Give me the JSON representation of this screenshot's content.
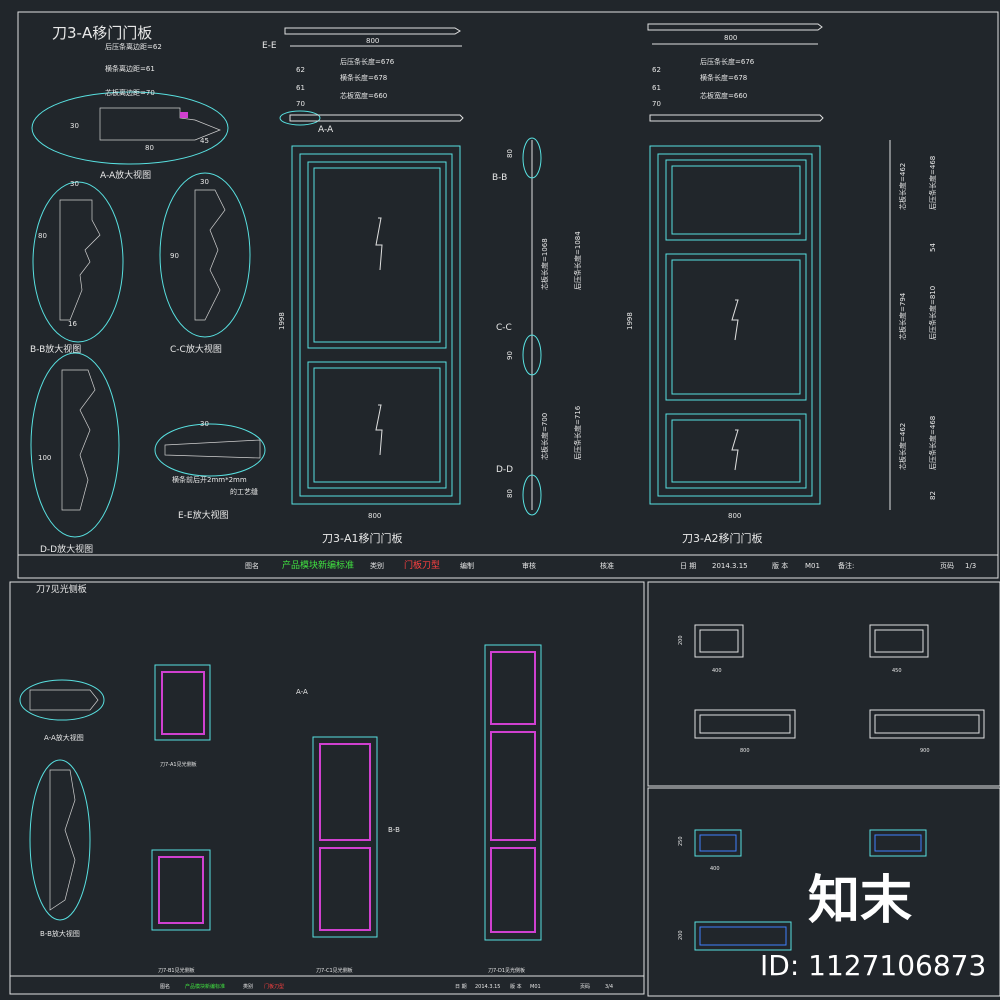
{
  "top": {
    "sheet_title": "刀3-A移门门板",
    "section_ee": "E-E",
    "section_aa": "A-A",
    "section_bb": "B-B",
    "section_cc": "C-C",
    "section_dd": "D-D",
    "a1_title": "刀3-A1移门门板",
    "a2_title": "刀3-A2移门门板",
    "dims": {
      "w800": "800",
      "h1998": "1998",
      "d62": "62",
      "d61": "61",
      "d70": "70",
      "rear_strip_len": "后压条长度=676",
      "rail_len": "横条长度=678",
      "core_width": "芯板宽度=660",
      "rear_strip_edge": "后压条离边距=62",
      "rail_edge": "横条离边距=61",
      "core_edge": "芯板离边距=70",
      "d30": "30",
      "d80": "80",
      "d45": "45",
      "d16": "16",
      "d90": "90",
      "d100": "100",
      "core_len_1068": "芯板长度=1068",
      "rear_len_1084": "后压条长度=1084",
      "core_len_700": "芯板长度=700",
      "rear_len_716": "后压条长度=716",
      "core_len_462": "芯板长度=462",
      "rear_len_468": "后压条长度=468",
      "core_len_794": "芯板长度=794",
      "rear_len_810": "后压条长度=810",
      "d54": "54",
      "d82": "82"
    },
    "views": {
      "aa": "A-A放大视图",
      "bb": "B-B放大视图",
      "cc": "C-C放大视图",
      "dd": "D-D放大视图",
      "ee": "E-E放大视图",
      "ee_note_1": "横条前后开2mm*2mm",
      "ee_note_2": "的工艺缝"
    },
    "title_block": {
      "name_label": "图名",
      "name_value": "产品模块新编标准",
      "category_label": "类别",
      "category_value": "门板刀型",
      "drafted_label": "编制",
      "checked_label": "审核",
      "approved_label": "核准",
      "date_label": "日 期",
      "date_value": "2014.3.15",
      "version_label": "版 本",
      "version_value": "M01",
      "remark_label": "备注:",
      "page_label": "页码",
      "page_value": "1/3"
    }
  },
  "bottom_left": {
    "sheet_title": "刀7见光侧板",
    "view_aa": "A-A放大视图",
    "view_bb": "B-B放大视图",
    "a1_title": "刀7-A1见光侧板",
    "b1_title": "刀7-B1见光侧板",
    "c1_title": "刀7-C1见光侧板",
    "d1_title": "刀7-D1见光侧板",
    "section_aa": "A-A",
    "section_bb": "B-B",
    "title_block": {
      "name_label": "图名",
      "name_value": "产品模块新编标准",
      "category_label": "类别",
      "category_value": "门板刀型",
      "date_label": "日 期",
      "date_value": "2014.3.15",
      "version_label": "版 本",
      "version_value": "M01",
      "page_label": "页码",
      "page_value": "3/4"
    }
  },
  "bottom_right": {
    "dim_400": "400",
    "dim_450": "450",
    "dim_800": "800",
    "dim_900": "900",
    "dim_200": "200",
    "dim_250": "250"
  },
  "watermark": {
    "logo": "知末",
    "id": "ID: 1127106873"
  },
  "colors": {
    "background": "#21262b",
    "frame_cyan": "#58e0e0",
    "panel_magenta": "#d040d0",
    "text_green": "#40e040",
    "text_red": "#ff4040",
    "text_yellow": "#f0e060"
  }
}
